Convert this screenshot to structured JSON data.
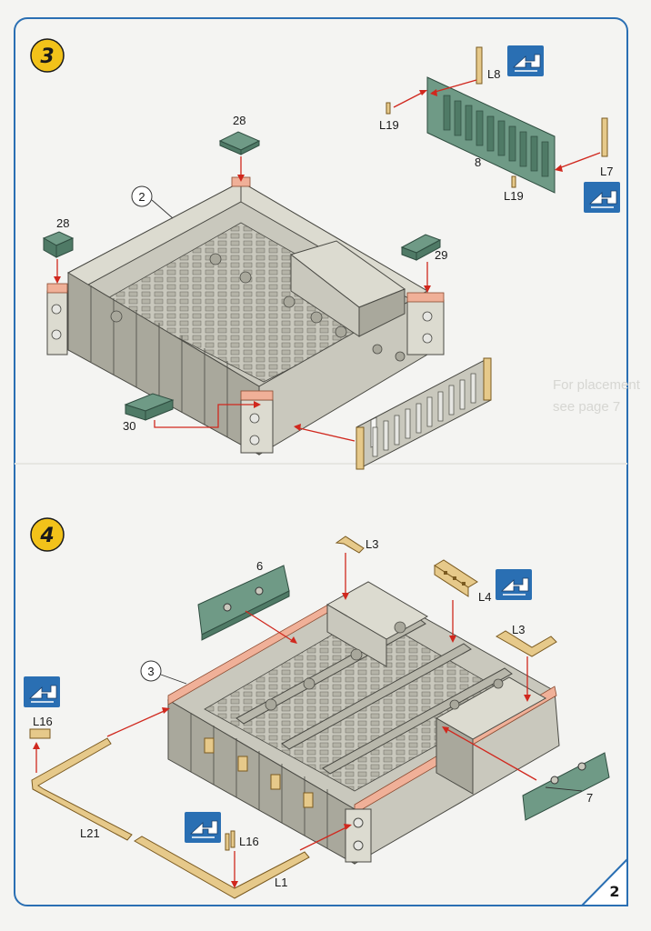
{
  "page": {
    "number": "2"
  },
  "step3": {
    "number": "3",
    "labels": {
      "p28a": "28",
      "p28b": "28",
      "p2": "2",
      "p29": "29",
      "p30": "30",
      "p8": "8",
      "L8": "L8",
      "L19a": "L19",
      "L19b": "L19",
      "L7": "L7"
    },
    "note_line1": "For placement",
    "note_line2": "see page 7"
  },
  "step4": {
    "number": "4",
    "labels": {
      "p6": "6",
      "p3": "3",
      "p7": "7",
      "L3a": "L3",
      "L3b": "L3",
      "L4": "L4",
      "L16a": "L16",
      "L16b": "L16",
      "L21": "L21",
      "L1": "L1"
    }
  },
  "icons": [
    "flip-over-icon",
    "flip-over-icon",
    "flip-over-icon",
    "flip-over-icon",
    "flip-over-icon"
  ],
  "colors": {
    "border": "#2a6fb3",
    "step_badge": "#f2c21a",
    "arrow": "#d0281e",
    "green_part": "#6f9a86",
    "wood_part": "#e6c98a"
  }
}
